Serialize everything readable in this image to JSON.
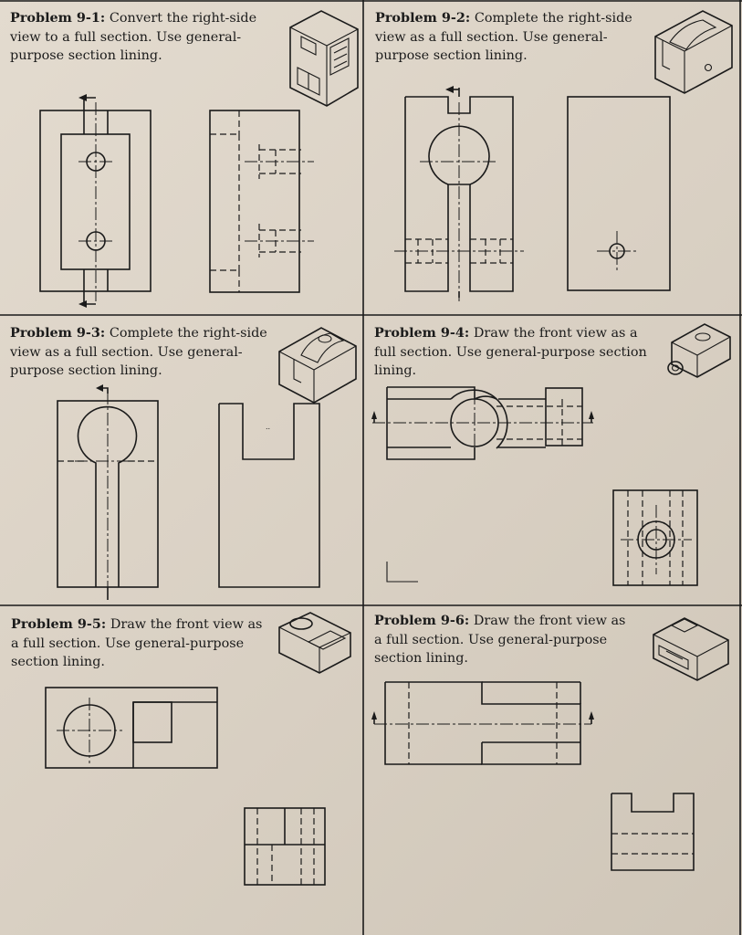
{
  "problems": [
    {
      "number": "Problem 9-1:",
      "text1": "Convert the right-side",
      "text2": "view to a full section. Use general-",
      "text3": "purpose section lining."
    },
    {
      "number": "Problem 9-2:",
      "text1": "Complete the right-side",
      "text2": "view as a full section. Use general-",
      "text3": "purpose section lining."
    },
    {
      "number": "Problem 9-3:",
      "text1": "Complete the right-side",
      "text2": "view as a full section. Use general-",
      "text3": "purpose section lining."
    },
    {
      "number": "Problem 9-4:",
      "text1": "Draw the front view as a",
      "text2": "full section. Use general-purpose section",
      "text3": "lining."
    },
    {
      "number": "Problem 9-5:",
      "text1": "Draw the front view as",
      "text2": "a full section. Use general-purpose",
      "text3": "section lining."
    },
    {
      "number": "Problem 9-6:",
      "text1": "Draw the front view as",
      "text2": "a full section. Use general-purpose",
      "text3": "section lining."
    }
  ],
  "colors": {
    "paper": "#ddd5c9",
    "ink": "#1a1a1a",
    "grid": "#1a1a1a"
  }
}
